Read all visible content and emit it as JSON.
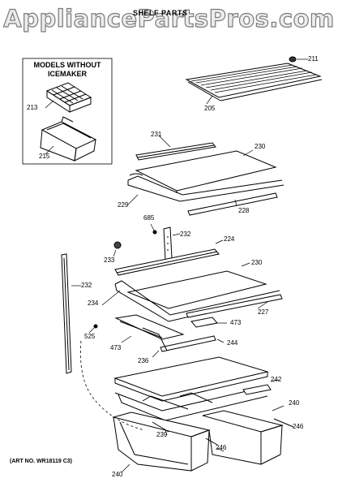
{
  "header": {
    "watermark": "AppliancePartsPros.com",
    "title": "SHELF PARTS"
  },
  "inset": {
    "title_line1": "MODELS WITHOUT",
    "title_line2": "ICEMAKER"
  },
  "callouts": {
    "c211": "211",
    "c205": "205",
    "c213": "213",
    "c215": "215",
    "c231": "231",
    "c230a": "230",
    "c229": "229",
    "c228": "228",
    "c685": "685",
    "c232a": "232",
    "c224": "224",
    "c233": "233",
    "c230b": "230",
    "c232b": "232",
    "c234": "234",
    "c227": "227",
    "c473a": "473",
    "c525": "525",
    "c473b": "473",
    "c244": "244",
    "c236": "236",
    "c242": "242",
    "c240a": "240",
    "c246a": "246",
    "c239": "239",
    "c246b": "246",
    "c240b": "240"
  },
  "footer": {
    "art_number": "(ART NO. WR18119 C3)"
  }
}
